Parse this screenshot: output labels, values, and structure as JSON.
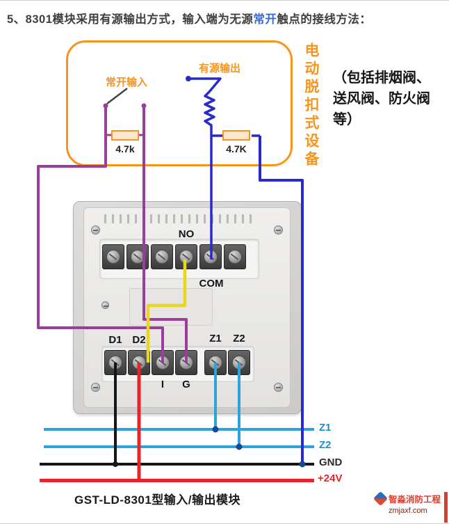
{
  "title": {
    "prefix": "5、8301模块采用有源输出方式，输入端为无源",
    "highlight": "常开",
    "suffix": "触点的接线方法："
  },
  "circuit": {
    "input_label": "常开输入",
    "output_label": "有源输出",
    "input_resistor": "4.7k",
    "output_resistor": "4.7K",
    "device_label": "电动脱扣式设备",
    "note1": "（包括排烟阀、",
    "note2": "送风阀、防火阀",
    "note3": "等）"
  },
  "module": {
    "caption": "GST-LD-8301型输入/输出模块",
    "no": "NO",
    "com": "COM",
    "d1": "D1",
    "d2": "D2",
    "i": "I",
    "g": "G",
    "z1": "Z1",
    "z2": "Z2"
  },
  "bus": {
    "z1": "Z1",
    "z2": "Z2",
    "gnd": "GND",
    "v24": "+24V"
  },
  "watermark": {
    "name": "智淼消防工程",
    "site": "zmjaxf.com"
  },
  "colors": {
    "orange": "#F7941D",
    "purple": "#9C3D9C",
    "blue": "#2A2ACB",
    "cyan": "#2BA3DC",
    "yellow": "#E8D61F",
    "red": "#E8242A",
    "ink": "#161616",
    "link_blue": "#3D6CCB",
    "dot_navy": "#14489C",
    "lever": "#444444"
  }
}
